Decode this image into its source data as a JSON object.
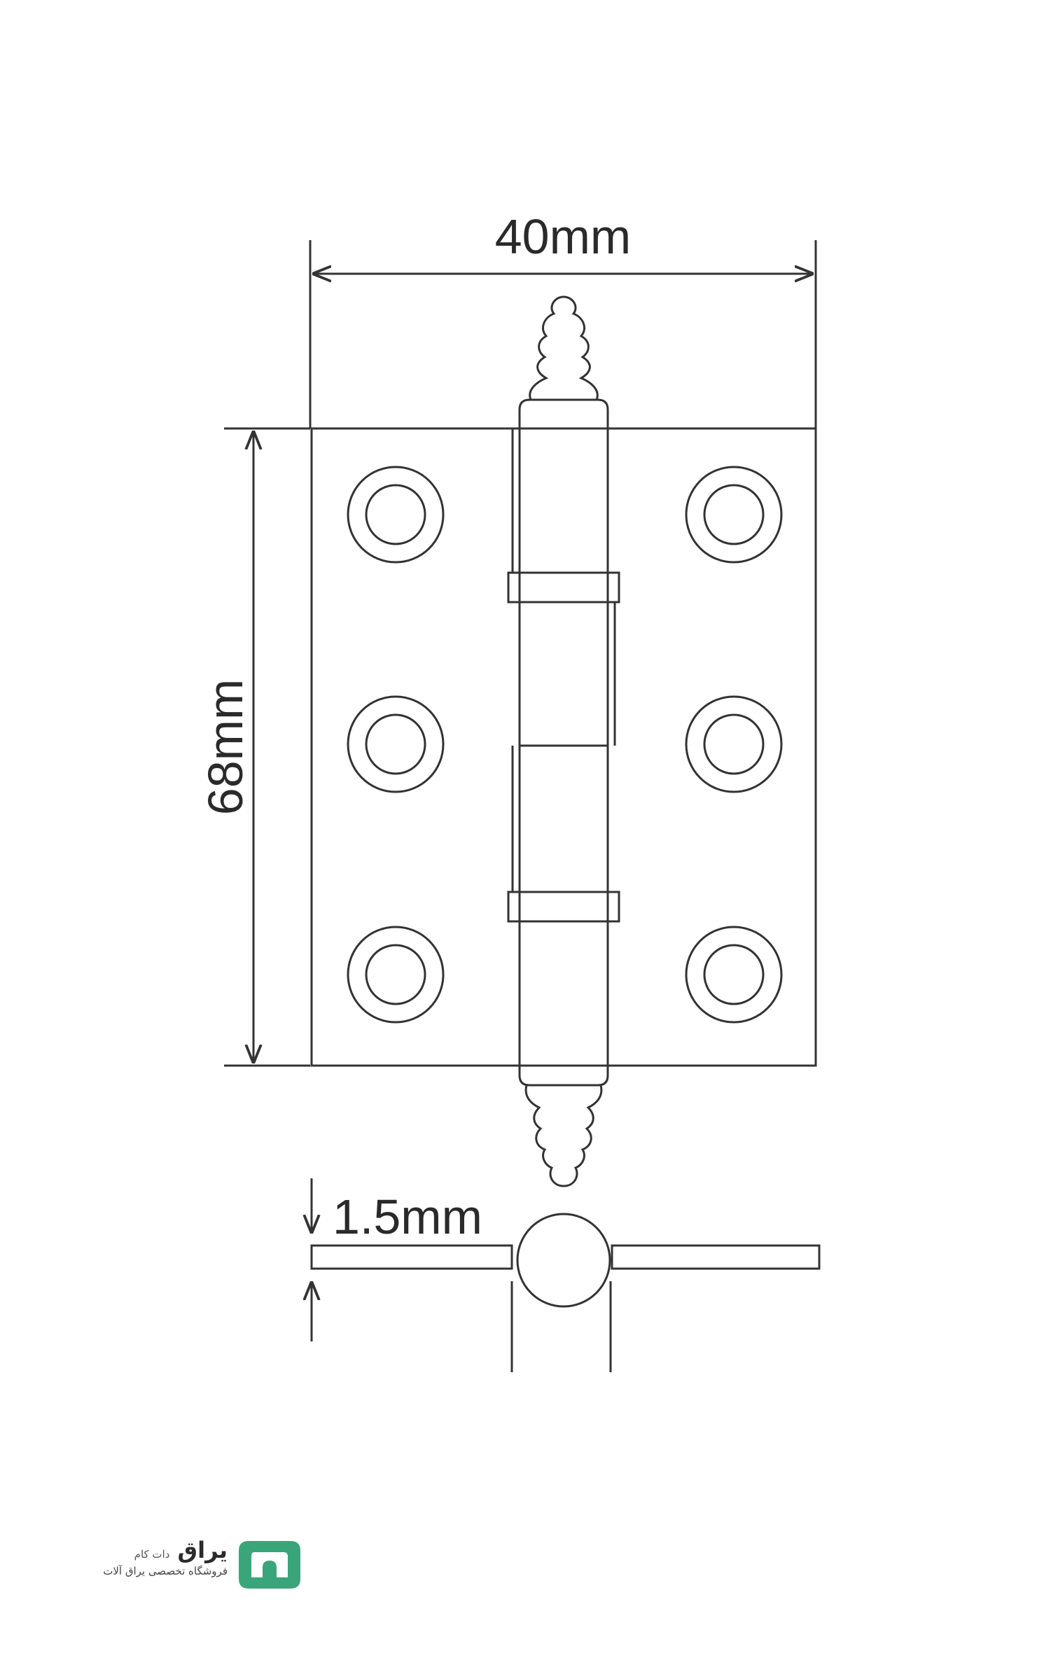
{
  "dimensions": {
    "width_label": "40mm",
    "height_label": "68mm",
    "thickness_label": "1.5mm"
  },
  "logo": {
    "brand": "یراق",
    "brand_suffix": "دات کام",
    "tagline": "فروشگاه تخصصی یراق آلات",
    "accent_color": "#3aa57a"
  }
}
